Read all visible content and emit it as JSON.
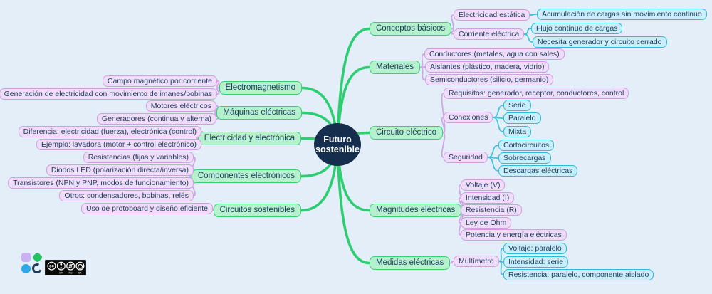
{
  "title": "Futuro sostenible",
  "center": {
    "label": "Futuro sostenible"
  },
  "colors": {
    "background": "#e3eef8",
    "text": "#1d3c5e",
    "center_fill": "#152e4d",
    "branch_line": "#2dce71",
    "level1_fill": "#b4f1cc",
    "level1_border": "#35d173",
    "level2_fill": "#eedcf8",
    "level2_border": "#cf9fe2",
    "level2_line": "#cfa3e6",
    "level3_fill": "#c9eefa",
    "level3_border": "#2ebbdc",
    "level3_line": "#3fc0de"
  },
  "branches": [
    {
      "id": "conceptos-basicos",
      "label": "Conceptos básicos",
      "children": [
        {
          "id": "electricidad-estatica",
          "label": "Electricidad estática",
          "children": [
            {
              "id": "acumulacion-cargas",
              "label": "Acumulación de cargas sin movimiento continuo"
            }
          ]
        },
        {
          "id": "corriente-electrica",
          "label": "Corriente eléctrica",
          "children": [
            {
              "id": "flujo-continuo",
              "label": "Flujo continuo de cargas"
            },
            {
              "id": "necesita-generador",
              "label": "Necesita generador y circuito cerrado"
            }
          ]
        }
      ]
    },
    {
      "id": "materiales",
      "label": "Materiales",
      "children": [
        {
          "id": "conductores",
          "label": "Conductores (metales, agua con sales)"
        },
        {
          "id": "aislantes",
          "label": "Aislantes (plástico, madera, vidrio)"
        },
        {
          "id": "semiconductores",
          "label": "Semiconductores (silicio, germanio)"
        }
      ]
    },
    {
      "id": "circuito-electrico",
      "label": "Circuito eléctrico",
      "children": [
        {
          "id": "requisitos",
          "label": "Requisitos: generador, receptor, conductores, control"
        },
        {
          "id": "conexiones",
          "label": "Conexiones",
          "children": [
            {
              "id": "serie",
              "label": "Serie"
            },
            {
              "id": "paralelo",
              "label": "Paralelo"
            },
            {
              "id": "mixta",
              "label": "Mixta"
            }
          ]
        },
        {
          "id": "seguridad",
          "label": "Seguridad",
          "children": [
            {
              "id": "cortocircuitos",
              "label": "Cortocircuitos"
            },
            {
              "id": "sobrecargas",
              "label": "Sobrecargas"
            },
            {
              "id": "descargas-electricas",
              "label": "Descargas eléctricas"
            }
          ]
        }
      ]
    },
    {
      "id": "magnitudes-electricas",
      "label": "Magnitudes eléctricas",
      "children": [
        {
          "id": "voltaje-v",
          "label": "Voltaje (V)"
        },
        {
          "id": "intensidad-i",
          "label": "Intensidad (I)"
        },
        {
          "id": "resistencia-r",
          "label": "Resistencia (R)"
        },
        {
          "id": "ley-de-ohm",
          "label": "Ley de Ohm"
        },
        {
          "id": "potencia-energia",
          "label": "Potencia y energía eléctricas"
        }
      ]
    },
    {
      "id": "medidas-electricas",
      "label": "Medidas eléctricas",
      "children": [
        {
          "id": "multimetro",
          "label": "Multímetro",
          "children": [
            {
              "id": "voltaje-paralelo",
              "label": "Voltaje: paralelo"
            },
            {
              "id": "intensidad-serie",
              "label": "Intensidad: serie"
            },
            {
              "id": "resistencia-paralelo",
              "label": "Resistencia: paralelo, componente aislado"
            }
          ]
        }
      ]
    },
    {
      "id": "electromagnetismo",
      "label": "Electromagnetismo",
      "children": [
        {
          "id": "campo-magnetico",
          "label": "Campo magnético por corriente"
        },
        {
          "id": "generacion-electricidad",
          "label": "Generación de electricidad con movimiento de imanes/bobinas"
        }
      ]
    },
    {
      "id": "maquinas-electricas",
      "label": "Máquinas eléctricas",
      "children": [
        {
          "id": "motores-electricos",
          "label": "Motores eléctricos"
        },
        {
          "id": "generadores",
          "label": "Generadores (continua y alterna)"
        }
      ]
    },
    {
      "id": "electricidad-electronica",
      "label": "Electricidad y electrónica",
      "children": [
        {
          "id": "diferencia",
          "label": "Diferencia: electricidad (fuerza), electrónica (control)"
        },
        {
          "id": "ejemplo-lavadora",
          "label": "Ejemplo: lavadora (motor + control electrónico)"
        }
      ]
    },
    {
      "id": "componentes-electronicos",
      "label": "Componentes electrónicos",
      "children": [
        {
          "id": "resistencias",
          "label": "Resistencias (fijas y variables)"
        },
        {
          "id": "diodos-led",
          "label": "Diodos LED (polarización directa/inversa)"
        },
        {
          "id": "transistores",
          "label": "Transistores (NPN y PNP, modos de funcionamiento)"
        },
        {
          "id": "otros-componentes",
          "label": "Otros: condensadores, bobinas, relés"
        }
      ]
    },
    {
      "id": "circuitos-sostenibles",
      "label": "Circuitos sostenibles",
      "children": [
        {
          "id": "uso-protoboard",
          "label": "Uso de protoboard y diseño eficiente"
        }
      ]
    }
  ],
  "footer": {
    "license": {
      "name": "CC BY-NC-SA",
      "parts": [
        "BY",
        "NC",
        "SA"
      ]
    }
  }
}
